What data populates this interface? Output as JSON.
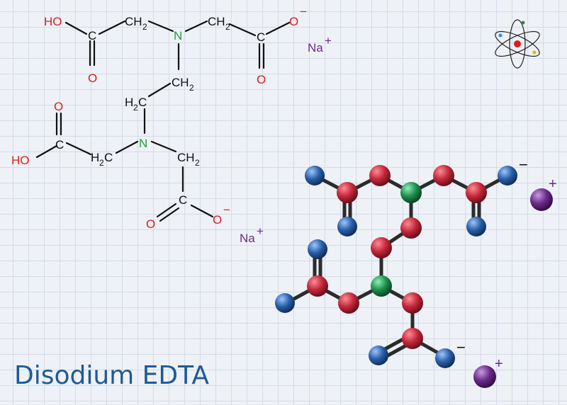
{
  "title": "Disodium EDTA",
  "labels": {
    "ho": "HO",
    "o": "O",
    "c": "C",
    "ch2": "CH",
    "h2c": "H",
    "two": "2",
    "n": "N",
    "na": "Na",
    "plus": "+",
    "minus": "−"
  },
  "colors": {
    "carbon": "#111111",
    "oxygen": "#d81e1e",
    "nitrogen": "#1f9d3a",
    "sodium": "#6b2a8a",
    "ball_carbon": "#c2283b",
    "ball_oxygen": "#2a5fa8",
    "ball_nitrogen": "#1e8f4e",
    "ball_sodium": "#6b2a8a",
    "title": "#1f5a96"
  },
  "icon": "atom-icon"
}
